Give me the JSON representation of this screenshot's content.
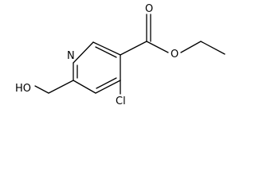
{
  "molecule": {
    "atoms": {
      "nitrogen": "N",
      "carbonyl_oxygen": "O",
      "ester_oxygen": "O",
      "chlorine": "Cl",
      "hydroxyl": "HO"
    }
  },
  "colors": {
    "bond": "#000000",
    "label": "#000000",
    "background": "#ffffff"
  }
}
